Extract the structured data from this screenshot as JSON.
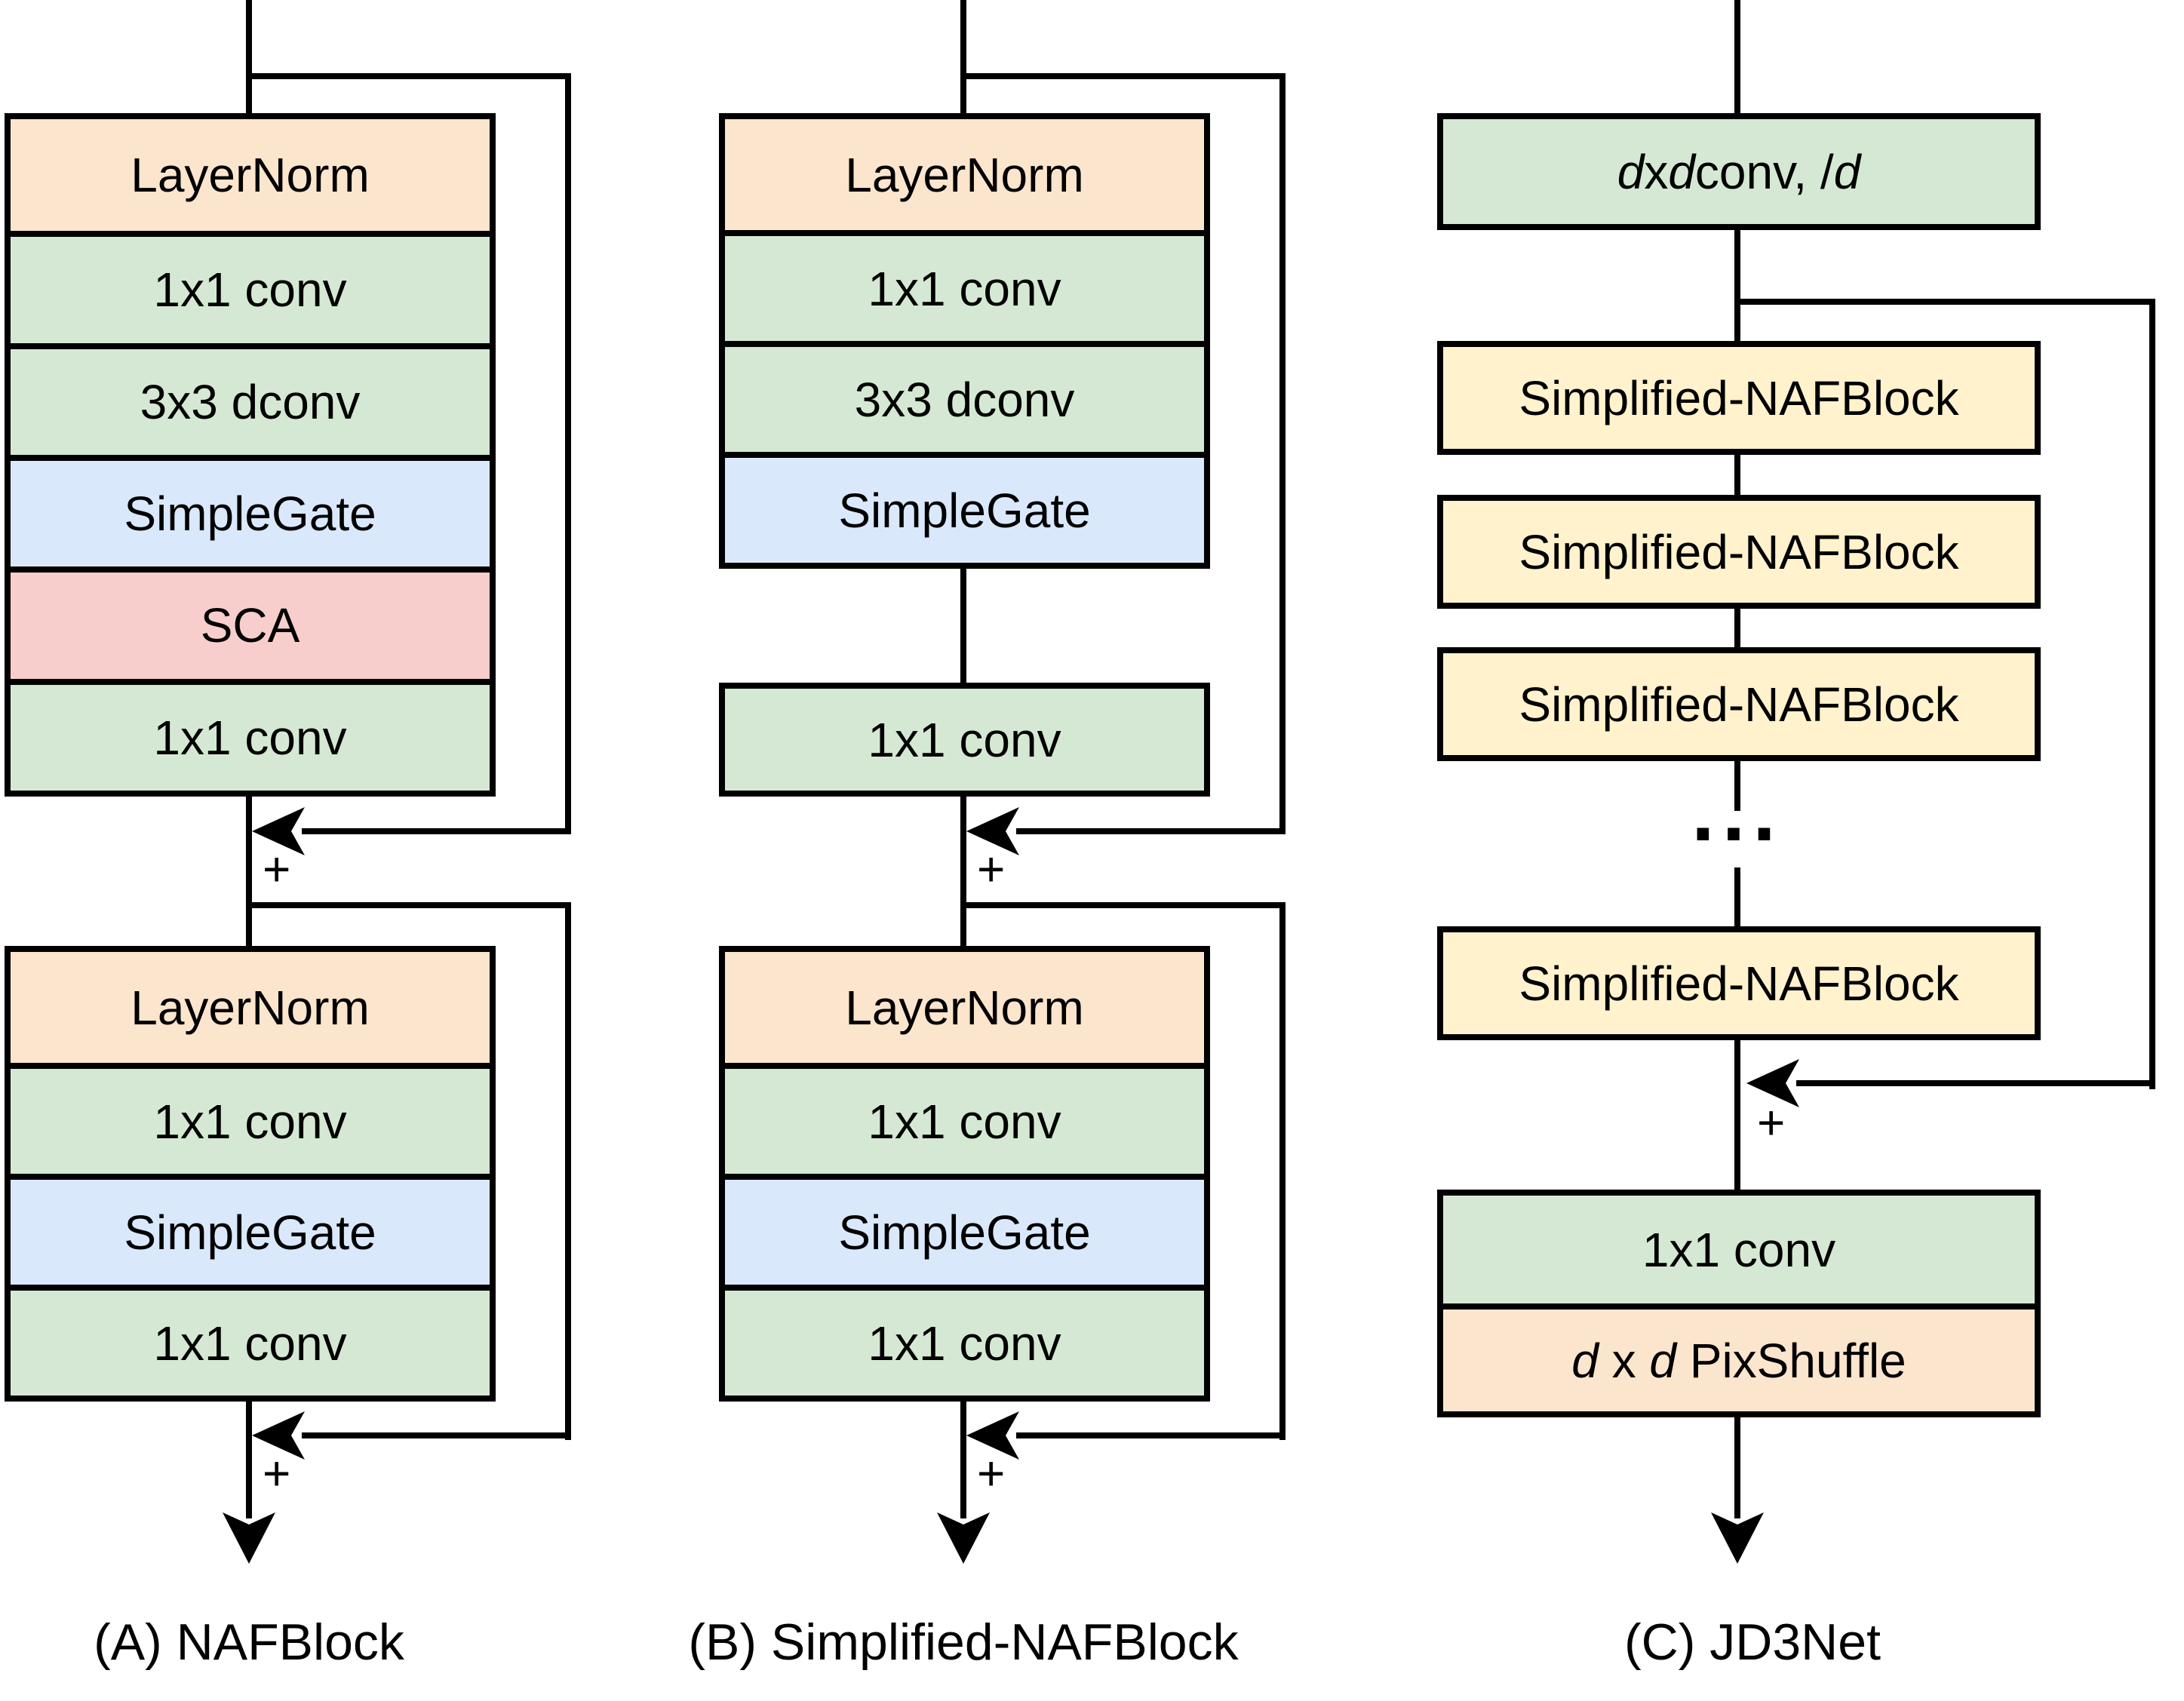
{
  "colors": {
    "peach": "#FCE5CD",
    "green": "#D5E8D4",
    "blue": "#DAE8FC",
    "pink": "#F8CECC",
    "yellow": "#FFF2CC",
    "line": "#000000"
  },
  "figure": {
    "columns": [
      {
        "caption": "(A) NAFBlock",
        "plus1": "+",
        "plus2": "+",
        "block1": {
          "rows": [
            {
              "label": "LayerNorm",
              "color": "#FCE5CD"
            },
            {
              "label": "1x1 conv",
              "color": "#D5E8D4"
            },
            {
              "label": "3x3 dconv",
              "color": "#D5E8D4"
            },
            {
              "label": "SimpleGate",
              "color": "#DAE8FC"
            },
            {
              "label": "SCA",
              "color": "#F8CECC"
            },
            {
              "label": "1x1 conv",
              "color": "#D5E8D4"
            }
          ]
        },
        "block2": {
          "rows": [
            {
              "label": "LayerNorm",
              "color": "#FCE5CD"
            },
            {
              "label": "1x1 conv",
              "color": "#D5E8D4"
            },
            {
              "label": "SimpleGate",
              "color": "#DAE8FC"
            },
            {
              "label": "1x1 conv",
              "color": "#D5E8D4"
            }
          ]
        }
      },
      {
        "caption": "(B) Simplified-NAFBlock",
        "plus1": "+",
        "plus2": "+",
        "block1": {
          "rows": [
            {
              "label": "LayerNorm",
              "color": "#FCE5CD"
            },
            {
              "label": "1x1 conv",
              "color": "#D5E8D4"
            },
            {
              "label": "3x3 dconv",
              "color": "#D5E8D4"
            },
            {
              "label": "SimpleGate",
              "color": "#DAE8FC"
            }
          ]
        },
        "conv_box": {
          "label": "1x1 conv",
          "color": "#D5E8D4"
        },
        "block2": {
          "rows": [
            {
              "label": "LayerNorm",
              "color": "#FCE5CD"
            },
            {
              "label": "1x1 conv",
              "color": "#D5E8D4"
            },
            {
              "label": "SimpleGate",
              "color": "#DAE8FC"
            },
            {
              "label": "1x1 conv",
              "color": "#D5E8D4"
            }
          ]
        }
      },
      {
        "caption": "(C) JD3Net",
        "plus": "+",
        "ellipsis": "...",
        "head_box": {
          "color": "#D5E8D4",
          "d1": "d",
          "sep1": " x ",
          "d2": "d",
          "sep2": " conv, /",
          "d3": "d"
        },
        "naf_blocks": [
          {
            "label": "Simplified-NAFBlock",
            "color": "#FFF2CC"
          },
          {
            "label": "Simplified-NAFBlock",
            "color": "#FFF2CC"
          },
          {
            "label": "Simplified-NAFBlock",
            "color": "#FFF2CC"
          },
          {
            "label": "Simplified-NAFBlock",
            "color": "#FFF2CC"
          }
        ],
        "tail_conv": {
          "label": "1x1 conv",
          "color": "#D5E8D4"
        },
        "tail_pixshuffle": {
          "color": "#FCE5CD",
          "d1": "d",
          "sep1": " x ",
          "d2": "d",
          "sep2": " PixShuffle"
        }
      }
    ]
  }
}
